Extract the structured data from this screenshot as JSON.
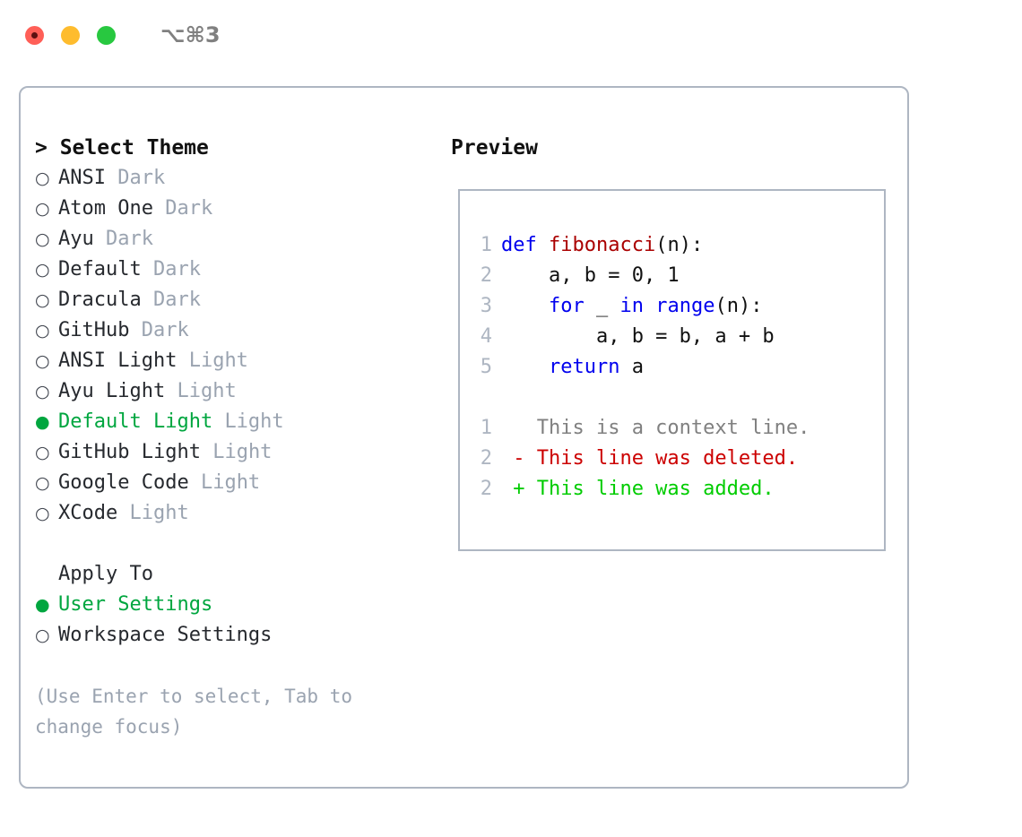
{
  "titlebar": {
    "shortcut": "⌥⌘3",
    "lights": [
      {
        "name": "close-button",
        "color": "#ff5f57"
      },
      {
        "name": "minimize-button",
        "color": "#febc2e"
      },
      {
        "name": "maximize-button",
        "color": "#28c840"
      }
    ]
  },
  "colors": {
    "accent_green": "#00a63f",
    "muted": "#9aa3b0",
    "border": "#aeb6c2",
    "keyword_blue": "#0000ee",
    "function_red": "#aa0000",
    "diff_deleted": "#cc0000",
    "diff_added": "#00cc00"
  },
  "theme_section": {
    "caret": "> ",
    "title": "Select Theme",
    "items": [
      {
        "marker": "○",
        "label": "ANSI",
        "variant": "Dark",
        "selected": false
      },
      {
        "marker": "○",
        "label": "Atom One",
        "variant": "Dark",
        "selected": false
      },
      {
        "marker": "○",
        "label": "Ayu",
        "variant": "Dark",
        "selected": false
      },
      {
        "marker": "○",
        "label": "Default",
        "variant": "Dark",
        "selected": false
      },
      {
        "marker": "○",
        "label": "Dracula",
        "variant": "Dark",
        "selected": false
      },
      {
        "marker": "○",
        "label": "GitHub",
        "variant": "Dark",
        "selected": false
      },
      {
        "marker": "○",
        "label": "ANSI Light",
        "variant": "Light",
        "selected": false
      },
      {
        "marker": "○",
        "label": "Ayu Light",
        "variant": "Light",
        "selected": false
      },
      {
        "marker": "●",
        "label": "Default Light",
        "variant": "Light",
        "selected": true
      },
      {
        "marker": "○",
        "label": "GitHub Light",
        "variant": "Light",
        "selected": false
      },
      {
        "marker": "○",
        "label": "Google Code",
        "variant": "Light",
        "selected": false
      },
      {
        "marker": "○",
        "label": "XCode",
        "variant": "Light",
        "selected": false
      }
    ]
  },
  "apply_section": {
    "title": "Apply To",
    "items": [
      {
        "marker": "●",
        "label": "User Settings",
        "selected": true
      },
      {
        "marker": "○",
        "label": "Workspace Settings",
        "selected": false
      }
    ]
  },
  "hint": "(Use Enter to select, Tab to change focus)",
  "preview": {
    "title": "Preview",
    "code_lines": [
      {
        "lineno": "1",
        "tokens": [
          {
            "t": "def ",
            "c": "kw"
          },
          {
            "t": "fibonacci",
            "c": "fn"
          },
          {
            "t": "(n):",
            "c": "plain"
          }
        ]
      },
      {
        "lineno": "2",
        "tokens": [
          {
            "t": "    a, b = 0, 1",
            "c": "plain"
          }
        ]
      },
      {
        "lineno": "3",
        "tokens": [
          {
            "t": "    ",
            "c": "plain"
          },
          {
            "t": "for",
            "c": "kw"
          },
          {
            "t": " _ ",
            "c": "plain"
          },
          {
            "t": "in",
            "c": "kw"
          },
          {
            "t": " ",
            "c": "plain"
          },
          {
            "t": "range",
            "c": "kw"
          },
          {
            "t": "(n):",
            "c": "plain"
          }
        ]
      },
      {
        "lineno": "4",
        "tokens": [
          {
            "t": "        a, b = b, a + b",
            "c": "plain"
          }
        ]
      },
      {
        "lineno": "5",
        "tokens": [
          {
            "t": "    ",
            "c": "plain"
          },
          {
            "t": "return",
            "c": "kw"
          },
          {
            "t": " a",
            "c": "plain"
          }
        ]
      }
    ],
    "diff_lines": [
      {
        "lineno": "1",
        "tokens": [
          {
            "t": "   This is a context line.",
            "c": "ctx"
          }
        ]
      },
      {
        "lineno": "2",
        "tokens": [
          {
            "t": " - This line was deleted.",
            "c": "del"
          }
        ]
      },
      {
        "lineno": "2",
        "tokens": [
          {
            "t": " + This line was added.",
            "c": "add"
          }
        ]
      }
    ]
  }
}
